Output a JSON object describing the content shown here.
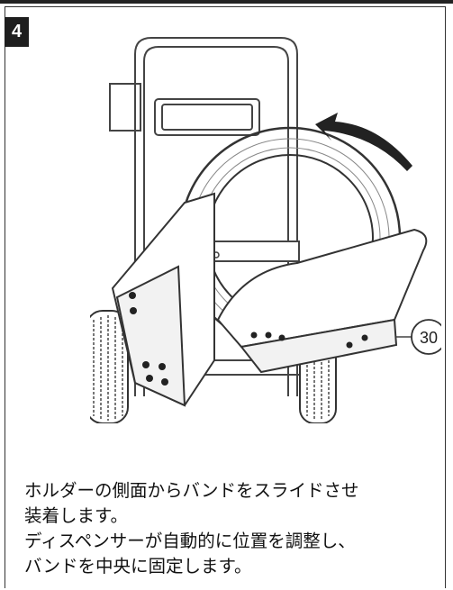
{
  "step": {
    "number": "4"
  },
  "callout": {
    "label": "30"
  },
  "caption": {
    "lines": [
      "ホルダーの側面からバンドをスライドさせ",
      "装着します。",
      "ディスペンサーが自動的に位置を調整し、",
      "バンドを中央に固定します。"
    ]
  },
  "icons": [
    "rotation-arrow-icon"
  ]
}
